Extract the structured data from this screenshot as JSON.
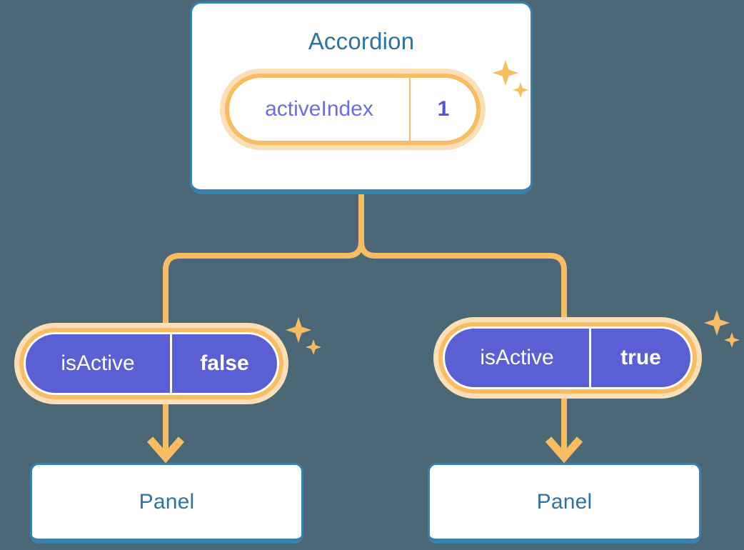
{
  "theme": {
    "background": "#4c6775",
    "card_border": "#3a80ad",
    "card_fill": "#ffffff",
    "title_color": "#2e74a3",
    "pill_ring": "#f8bc63",
    "pill_halo": "#fbe0b7",
    "pill_purple": "#5b5fd4",
    "key_text_purple": "#6a6ee0",
    "connector": "#f8bc63",
    "sparkle": "#f8bc63"
  },
  "diagram": {
    "type": "component-state-tree",
    "root": {
      "title": "Accordion",
      "state": {
        "key": "activeIndex",
        "value": "1"
      }
    },
    "children": [
      {
        "prop": {
          "key": "isActive",
          "value": "false"
        },
        "title": "Panel"
      },
      {
        "prop": {
          "key": "isActive",
          "value": "true"
        },
        "title": "Panel"
      }
    ]
  },
  "icons": {
    "sparkle_large": "sparkle-four-point-icon",
    "sparkle_small": "sparkle-four-point-small-icon",
    "arrow_down": "arrow-down-icon"
  }
}
